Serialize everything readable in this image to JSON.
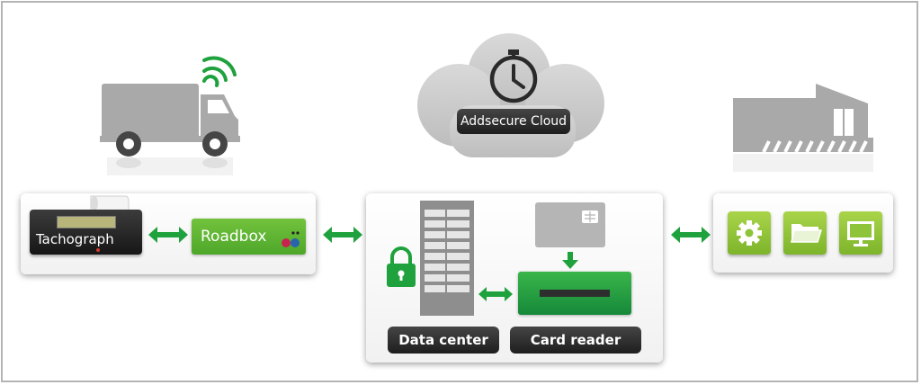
{
  "cloud": {
    "label": "Addsecure Cloud"
  },
  "devices": {
    "tachograph_label": "Tachograph",
    "roadbox_label": "Roadbox"
  },
  "datacenter": {
    "data_center_label": "Data center",
    "card_reader_label": "Card reader"
  },
  "colors": {
    "green": "#1fa23d",
    "lime": "#8dc43a",
    "gray": "#a9a9a9",
    "dark": "#2a2a2a"
  },
  "icons": [
    "truck-icon",
    "wifi-signal-icon",
    "stopwatch-icon",
    "padlock-icon",
    "server-rack-icon",
    "smart-card-icon",
    "card-reader-icon",
    "gear-icon",
    "folder-icon",
    "monitor-icon",
    "warehouse-icon"
  ]
}
